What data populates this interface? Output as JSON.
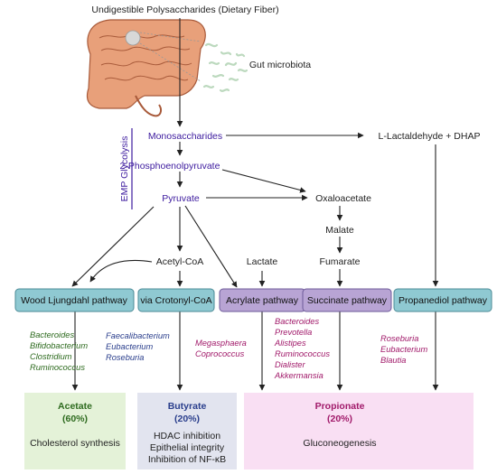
{
  "header": {
    "title": "Undigestible Polysaccharides (Dietary Fiber)"
  },
  "gut": {
    "microbiota_label": "Gut microbiota"
  },
  "glycolysis": {
    "label": "EMP Glycolysis",
    "monosaccharides": "Monosaccharides",
    "pep": "2-Phosphoenolpyruvate",
    "pyruvate": "Pyruvate"
  },
  "side_path": {
    "lactaldehyde": "L-Lactaldehyde + DHAP",
    "oxaloacetate": "Oxaloacetate",
    "malate": "Malate",
    "fumarate": "Fumarate"
  },
  "intermediates": {
    "acetyl_coa": "Acetyl-CoA",
    "lactate": "Lactate"
  },
  "pathways": [
    {
      "label": "Wood Ljungdahl pathway",
      "color": "#8fc9d2"
    },
    {
      "label": "via Crotonyl-CoA",
      "color": "#8fc9d2"
    },
    {
      "label": "Acrylate pathway",
      "color": "#b8a4d4"
    },
    {
      "label": "Succinate pathway",
      "color": "#b8a4d4"
    },
    {
      "label": "Propanediol pathway",
      "color": "#8fc9d2"
    }
  ],
  "bacteria": {
    "wood": [
      "Bacteroides",
      "Bifidobacterium",
      "Clostridium",
      "Ruminococcus"
    ],
    "crotonyl": [
      "Faecalibacterium",
      "Eubacterium",
      "Roseburia"
    ],
    "acrylate": [
      "Megasphaera",
      "Coprococcus"
    ],
    "succinate": [
      "Bacteroides",
      "Prevotella",
      "Alistipes",
      "Ruminococcus",
      "Dialister",
      "Akkermansia"
    ],
    "propanediol": [
      "Roseburia",
      "Eubacterium",
      "Blautia"
    ]
  },
  "outputs": {
    "acetate": {
      "name": "Acetate",
      "pct": "(60%)",
      "effects": [
        "Cholesterol synthesis"
      ],
      "bg": "#e4f2d8",
      "color": "#2e6b1f"
    },
    "butyrate": {
      "name": "Butyrate",
      "pct": "(20%)",
      "effects": [
        "HDAC inhibition",
        "Epithelial integrity",
        "Inhibition of NF-κB"
      ],
      "bg": "#e2e4ef",
      "color": "#2a3e8c"
    },
    "propionate": {
      "name": "Propionate",
      "pct": "(20%)",
      "effects": [
        "Gluconeogenesis"
      ],
      "bg": "#f9dff3",
      "color": "#a11a6a"
    }
  }
}
